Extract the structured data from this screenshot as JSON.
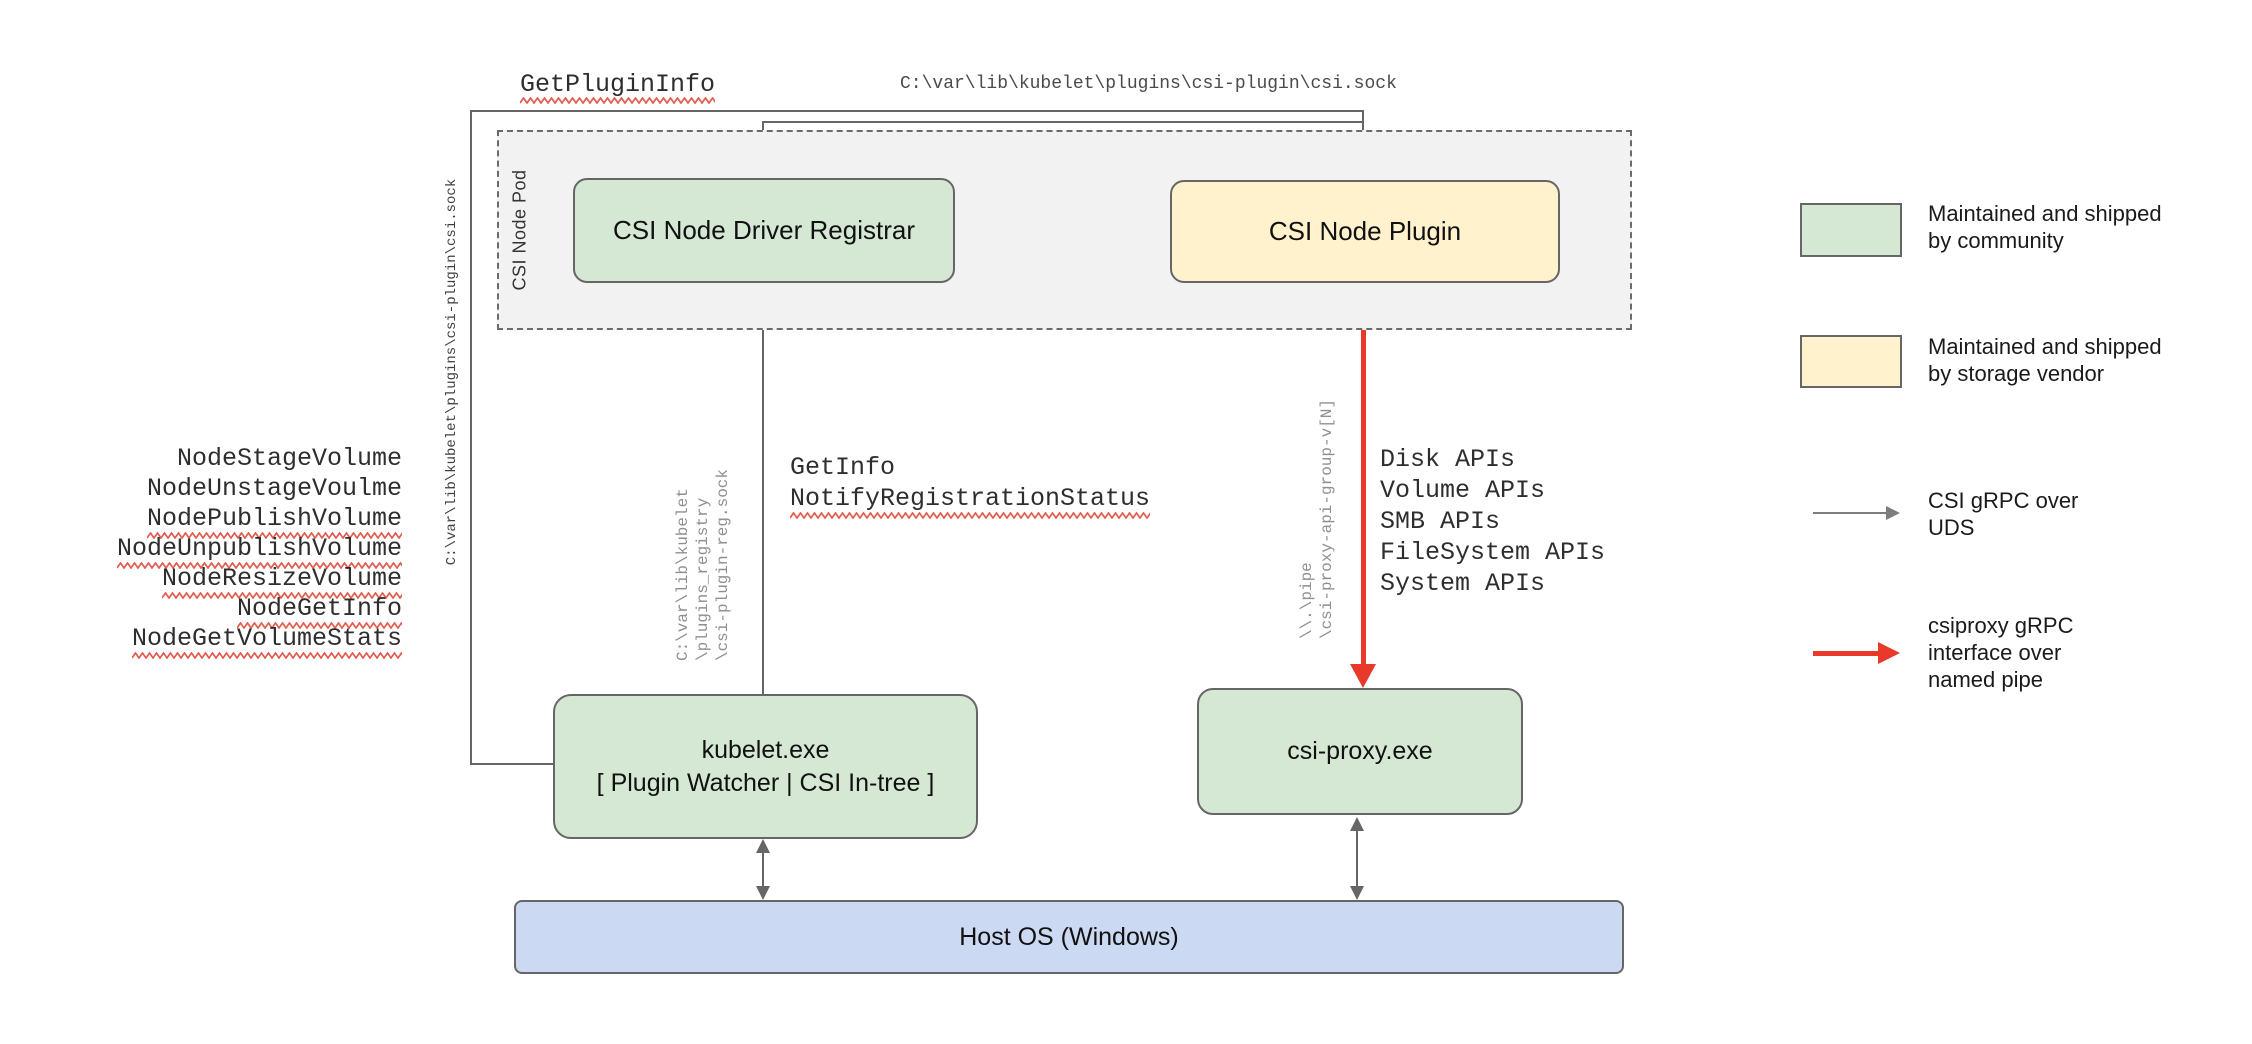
{
  "colors": {
    "community_green": "#d5e8d4",
    "vendor_yellow": "#fff2cc",
    "host_blue": "#ccd9f2",
    "line_gray": "#666666",
    "pipe_red": "#e8392b",
    "squiggle_red": "#e35c4f",
    "pod_fill": "#f2f2f2"
  },
  "labels": {
    "get_plugin_info": "GetPluginInfo",
    "get_plugin_info_squiggle": true,
    "csi_sock_path_top": "C:\\var\\lib\\kubelet\\plugins\\csi-plugin\\csi.sock",
    "csi_sock_path_left": "C:\\var\\lib\\kubelet\\plugins\\csi-plugin\\csi.sock",
    "get_info": "GetInfo",
    "get_info_squiggle": false,
    "notify_registration_status": "NotifyRegistrationStatus",
    "notify_registration_status_squiggle": true,
    "registry_sock_lines": [
      "C:\\var\\lib\\kubelet",
      "\\plugins_registry",
      "\\csi-plugin-reg.sock"
    ],
    "named_pipe_lines": [
      "\\\\.\\pipe",
      "\\csi-proxy-api-group-v[N]"
    ]
  },
  "node_methods": [
    {
      "text": "NodeStageVolume",
      "squiggle": false
    },
    {
      "text": "NodeUnstageVoulme",
      "squiggle": false
    },
    {
      "text": "NodePublishVolume",
      "squiggle": true
    },
    {
      "text": "NodeUnpublishVolume",
      "squiggle": true
    },
    {
      "text": "NodeResizeVolume",
      "squiggle": true
    },
    {
      "text": "NodeGetInfo",
      "squiggle": true
    },
    {
      "text": "NodeGetVolumeStats",
      "squiggle": true
    }
  ],
  "proxy_apis": [
    "Disk APIs",
    "Volume APIs",
    "SMB APIs",
    "FileSystem APIs",
    "System APIs"
  ],
  "nodes": {
    "pod_label": "CSI Node Pod",
    "registrar": "CSI Node Driver Registrar",
    "plugin": "CSI Node Plugin",
    "kubelet_line1": "kubelet.exe",
    "kubelet_line2": "[ Plugin Watcher | CSI In-tree ]",
    "csi_proxy": "csi-proxy.exe",
    "host_os": "Host OS (Windows)"
  },
  "legend": {
    "community_line1": "Maintained and shipped",
    "community_line2": "by community",
    "vendor_line1": "Maintained and shipped",
    "vendor_line2": "by storage vendor",
    "uds_line1": "CSI gRPC over",
    "uds_line2": "UDS",
    "pipe_line1": "csiproxy gRPC",
    "pipe_line2": "interface over",
    "pipe_line3": "named pipe"
  }
}
